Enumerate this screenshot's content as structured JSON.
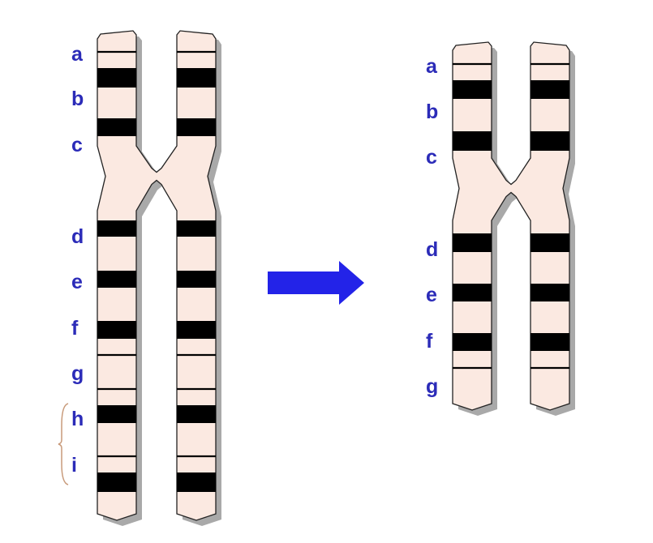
{
  "colors": {
    "chromatid_fill": "#fbe9e1",
    "band": "#000000",
    "outline": "#222222",
    "shadow": "#a9a9a9",
    "label": "#2b2bb8",
    "arrow": "#2323e8",
    "bracket": "#c89a7a"
  },
  "before": {
    "labels": [
      "a",
      "b",
      "c",
      "d",
      "e",
      "f",
      "g",
      "h",
      "i"
    ],
    "bracket_groups": [
      "h",
      "i"
    ]
  },
  "after": {
    "labels": [
      "a",
      "b",
      "c",
      "d",
      "e",
      "f",
      "g"
    ]
  },
  "arrow": {
    "icon": "right-arrow-icon",
    "direction": "right"
  }
}
